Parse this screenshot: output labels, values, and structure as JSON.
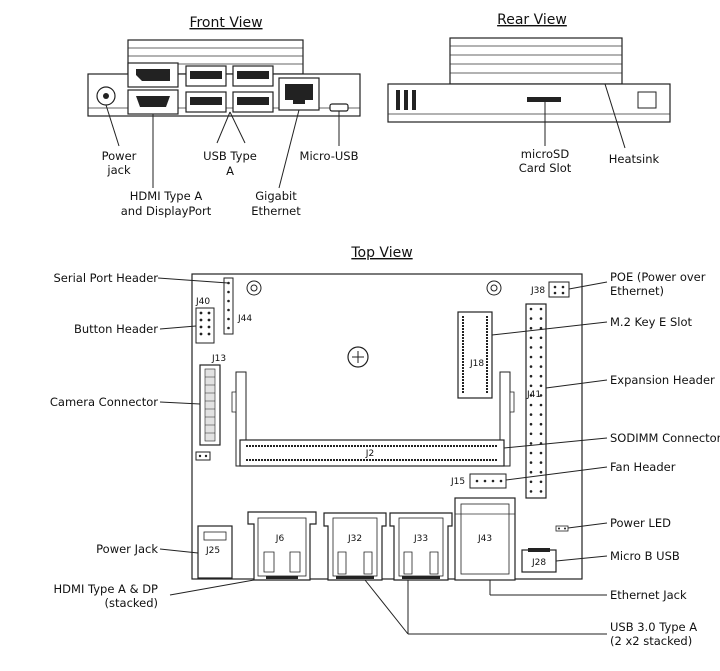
{
  "front_view": {
    "title": "Front View",
    "labels": {
      "power_jack": [
        "Power",
        "jack"
      ],
      "hdmi_dp": [
        "HDMI Type A",
        "and DisplayPort"
      ],
      "usb_type_a": [
        "USB Type",
        "A"
      ],
      "gigabit_ethernet": [
        "Gigabit",
        "Ethernet"
      ],
      "micro_usb": "Micro-USB"
    }
  },
  "rear_view": {
    "title": "Rear View",
    "labels": {
      "microsd": [
        "microSD",
        "Card Slot"
      ],
      "heatsink": "Heatsink"
    }
  },
  "top_view": {
    "title": "Top View",
    "left_labels": {
      "serial_port_header": "Serial Port Header",
      "button_header": "Button Header",
      "camera_connector": "Camera Connector",
      "power_jack": "Power Jack",
      "hdmi_dp_stacked": [
        "HDMI Type A & DP",
        "(stacked)"
      ]
    },
    "right_labels": {
      "poe": [
        "POE (Power over",
        "Ethernet)"
      ],
      "m2_key_e": "M.2 Key E Slot",
      "expansion_header": "Expansion Header",
      "sodimm": "SODIMM Connector",
      "fan_header": "Fan Header",
      "power_led": "Power LED",
      "micro_b_usb": "Micro B USB",
      "ethernet_jack": "Ethernet Jack",
      "usb30": [
        "USB 3.0 Type A",
        "(2 x2 stacked)"
      ]
    },
    "parts": {
      "j40": "J40",
      "j44": "J44",
      "j13": "J13",
      "j18": "J18",
      "j38": "J38",
      "j41": "J41",
      "j2": "J2",
      "j15": "J15",
      "j25": "J25",
      "j6": "J6",
      "j32": "J32",
      "j33": "J33",
      "j43": "J43",
      "j28": "J28"
    }
  }
}
